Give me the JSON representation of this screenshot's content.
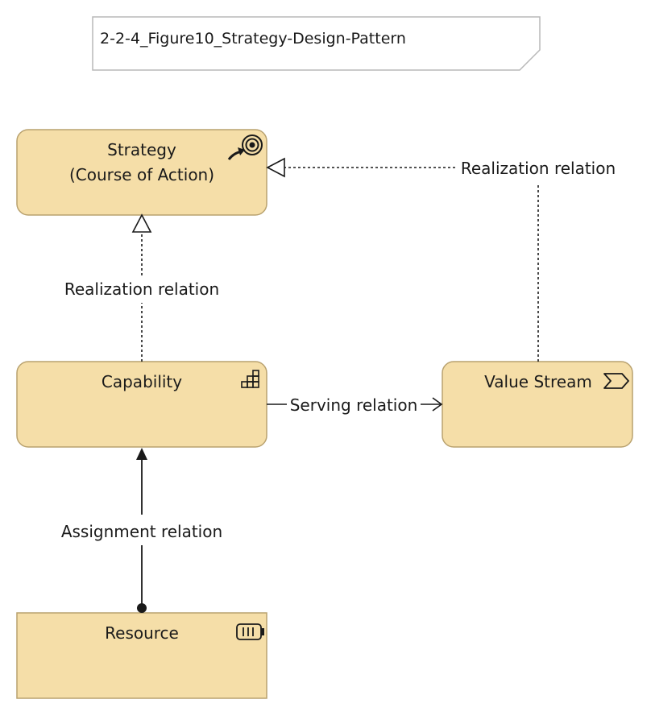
{
  "diagram": {
    "title": "2-2-4_Figure10_Strategy-Design-Pattern",
    "colors": {
      "element_fill": "#f5dea8",
      "element_stroke": "#b9a26f",
      "line": "#1a1a1a",
      "note_stroke": "#b8b8b8"
    },
    "elements": {
      "strategy": {
        "line1": "Strategy",
        "line2": "(Course of Action)",
        "icon": "course-of-action-icon"
      },
      "capability": {
        "label": "Capability",
        "icon": "capability-icon"
      },
      "value_stream": {
        "label": "Value Stream",
        "icon": "value-stream-icon"
      },
      "resource": {
        "label": "Resource",
        "icon": "resource-icon"
      }
    },
    "relations": {
      "realization_top": "Realization relation",
      "realization_left": "Realization relation",
      "serving": "Serving relation",
      "assignment": "Assignment relation"
    }
  }
}
